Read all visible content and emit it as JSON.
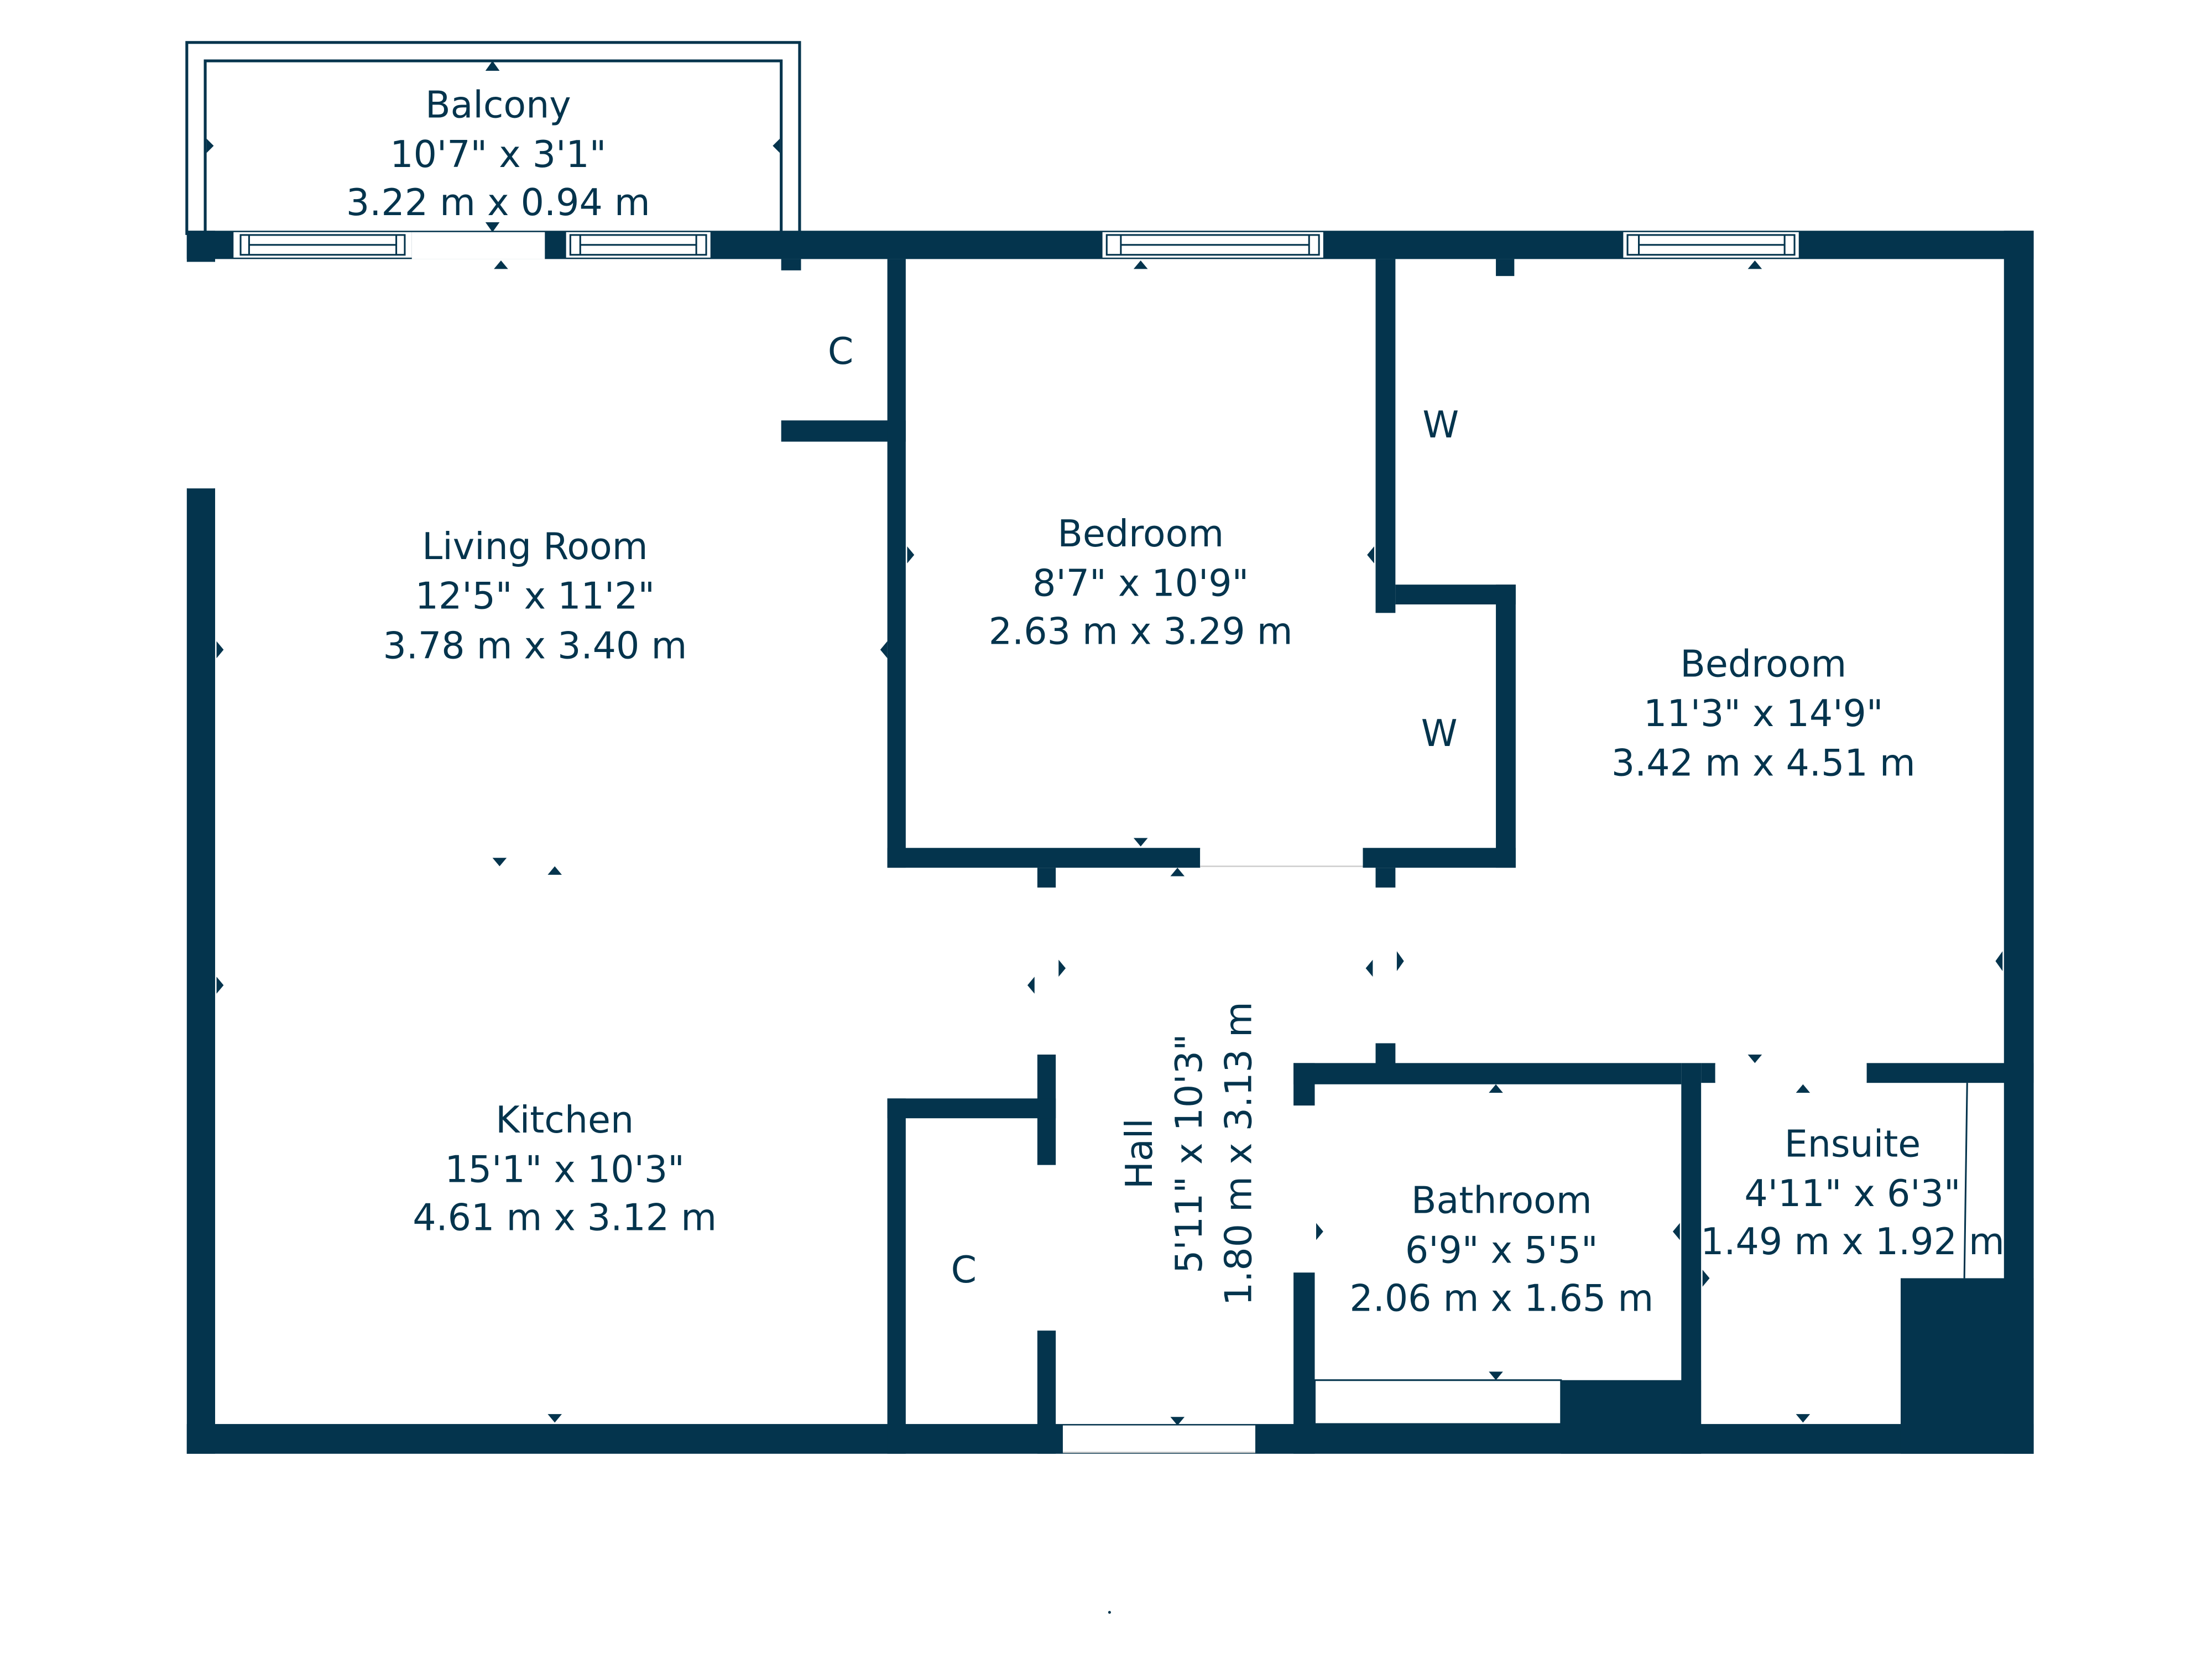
{
  "plan": {
    "wall_color": "#04344d",
    "background_color": "#ffffff",
    "rooms": [
      {
        "id": "balcony",
        "name": "Balcony",
        "imperial": "10'7\" x 3'1\"",
        "metric": "3.22 m x 0.94 m"
      },
      {
        "id": "living-room",
        "name": "Living Room",
        "imperial": "12'5\" x 11'2\"",
        "metric": "3.78 m x 3.40 m"
      },
      {
        "id": "bedroom-1",
        "name": "Bedroom",
        "imperial": "8'7\" x 10'9\"",
        "metric": "2.63 m x 3.29 m"
      },
      {
        "id": "bedroom-2",
        "name": "Bedroom",
        "imperial": "11'3\" x 14'9\"",
        "metric": "3.42 m x 4.51 m"
      },
      {
        "id": "kitchen",
        "name": "Kitchen",
        "imperial": "15'1\" x 10'3\"",
        "metric": "4.61 m x 3.12 m"
      },
      {
        "id": "hall",
        "name": "Hall",
        "imperial": "5'11\" x 10'3\"",
        "metric": "1.80 m x 3.13 m"
      },
      {
        "id": "bathroom",
        "name": "Bathroom",
        "imperial": "6'9\" x 5'5\"",
        "metric": "2.06 m x 1.65 m"
      },
      {
        "id": "ensuite",
        "name": "Ensuite",
        "imperial": "4'11\" x 6'3\"",
        "metric": "1.49 m x 1.92 m"
      }
    ],
    "closets": [
      {
        "id": "closet-living",
        "label": "C"
      },
      {
        "id": "closet-kitchen",
        "label": "C"
      },
      {
        "id": "wardrobe-upper",
        "label": "W"
      },
      {
        "id": "wardrobe-lower",
        "label": "W"
      }
    ]
  }
}
